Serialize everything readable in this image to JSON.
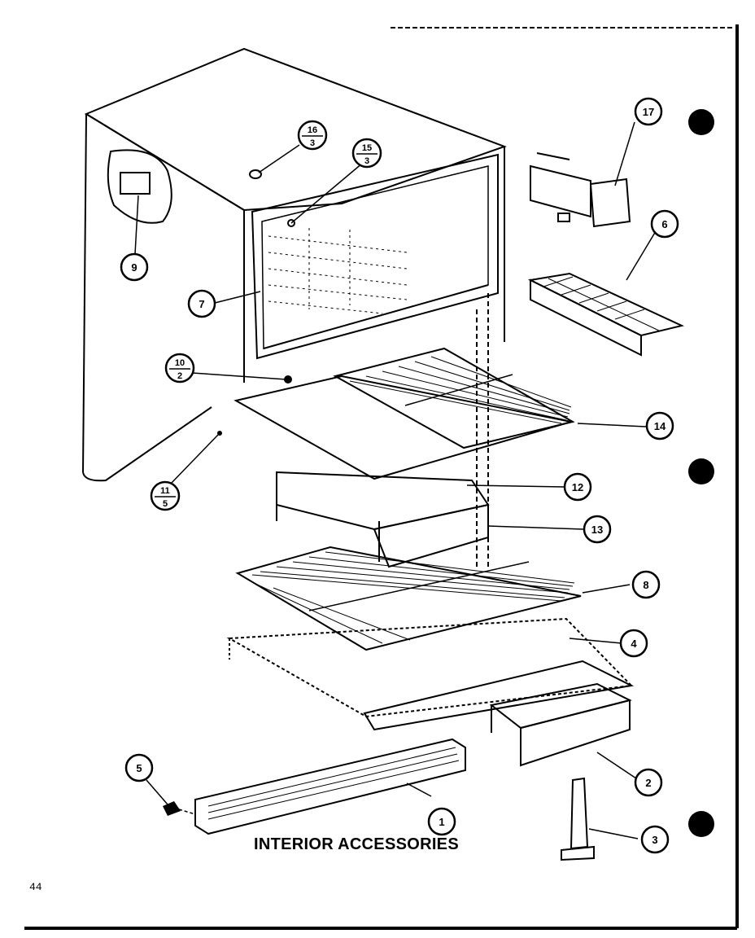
{
  "caption": "INTERIOR ACCESSORIES",
  "page_number": "44",
  "callouts": {
    "c1": "1",
    "c2": "2",
    "c3": "3",
    "c4": "4",
    "c5": "5",
    "c6": "6",
    "c7": "7",
    "c8": "8",
    "c9": "9",
    "c12": "12",
    "c13": "13",
    "c14": "14",
    "c17": "17"
  },
  "fraction_callouts": {
    "f16": {
      "top": "16",
      "bottom": "3"
    },
    "f15": {
      "top": "15",
      "bottom": "3"
    },
    "f10": {
      "top": "10",
      "bottom": "2"
    },
    "f11": {
      "top": "11",
      "bottom": "5"
    }
  }
}
